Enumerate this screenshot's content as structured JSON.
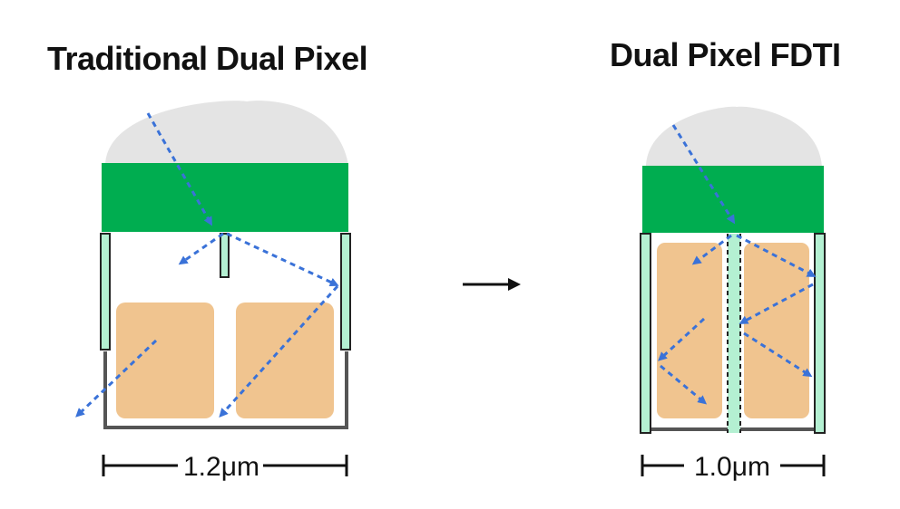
{
  "left_panel": {
    "title": "Traditional Dual Pixel",
    "dimension_label": "1.2μm"
  },
  "right_panel": {
    "title": "Dual Pixel FDTI",
    "dimension_label": "1.0μm"
  },
  "colors": {
    "microlens": "#e4e4e4",
    "color_filter": "#00ad50",
    "photodiode": "#f0c48f",
    "isolation_wall": "#b4f0d2",
    "isolation_outline": "#222222",
    "pixel_outline": "#555555",
    "light_ray": "#3a72d8",
    "text": "#111111"
  },
  "icons": [
    "right-arrow-icon"
  ]
}
